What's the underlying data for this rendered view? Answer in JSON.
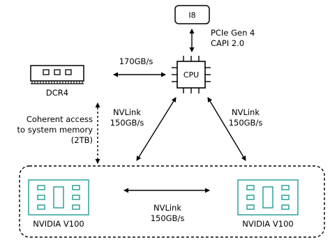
{
  "nodes": {
    "io": "I8",
    "cpu": "CPU",
    "memory": "DCR4",
    "gpu_left": "NVIDIA V100",
    "gpu_right": "NVIDIA V100"
  },
  "links": {
    "cpu_io_line1": "PCIe Gen 4",
    "cpu_io_line2": "CAPI 2.0",
    "cpu_memory": "170GB/s",
    "cpu_gpu_left_line1": "NVLink",
    "cpu_gpu_left_line2": "150GB/s",
    "cpu_gpu_right_line1": "NVLink",
    "cpu_gpu_right_line2": "150GB/s",
    "gpu_gpu_line1": "NVLink",
    "gpu_gpu_line2": "150GB/s",
    "coherent_line1": "Coherent access",
    "coherent_line2": "to system memory",
    "coherent_line3": "(2TB)"
  },
  "colors": {
    "gpu": "#2aa39a",
    "line": "#000000"
  }
}
